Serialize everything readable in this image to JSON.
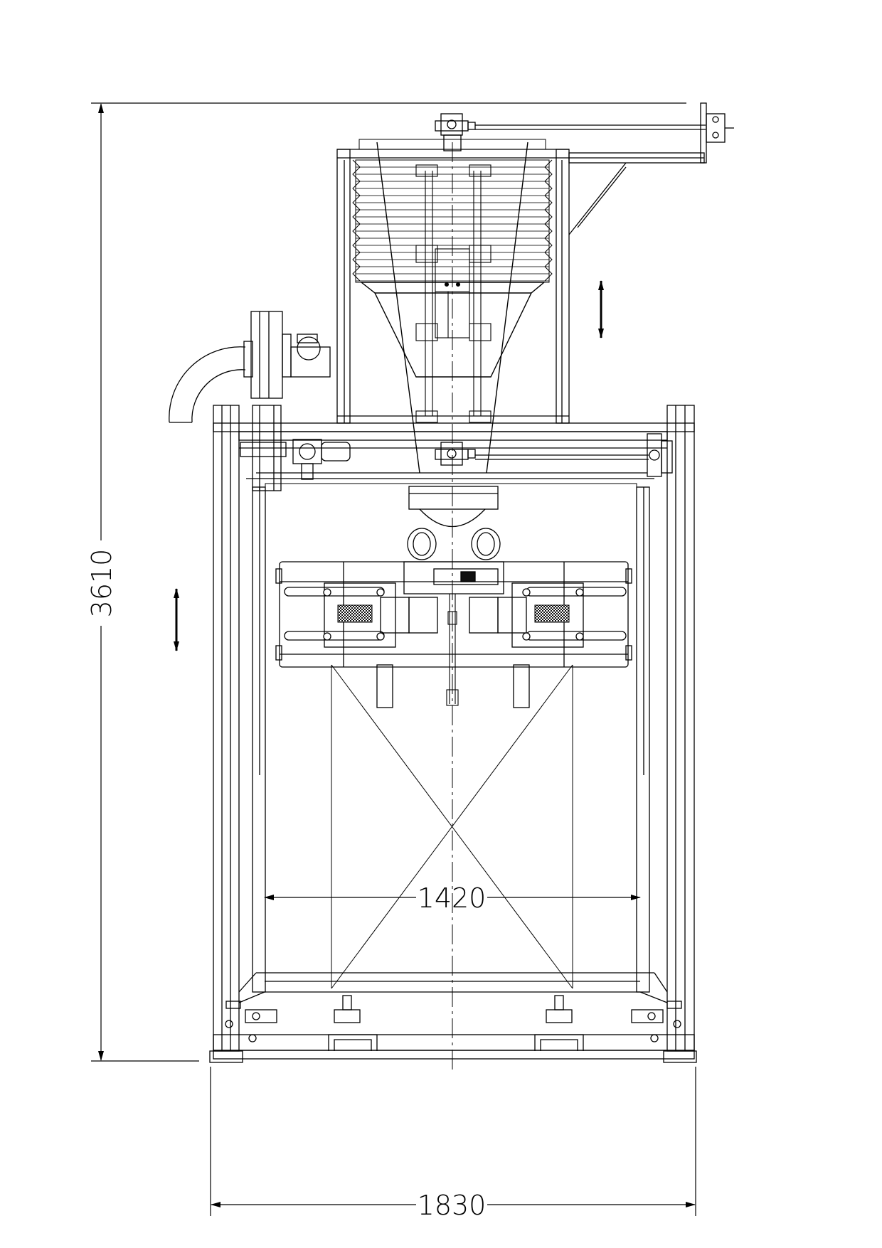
{
  "dimensions": {
    "overall_height": "3610",
    "inner_width": "1420",
    "overall_width": "1830"
  },
  "colors": {
    "line": "#000000",
    "background": "#ffffff",
    "screen": "#1a1a1a"
  },
  "icons": {
    "motion_arrow": "double-headed-vertical-arrow"
  }
}
